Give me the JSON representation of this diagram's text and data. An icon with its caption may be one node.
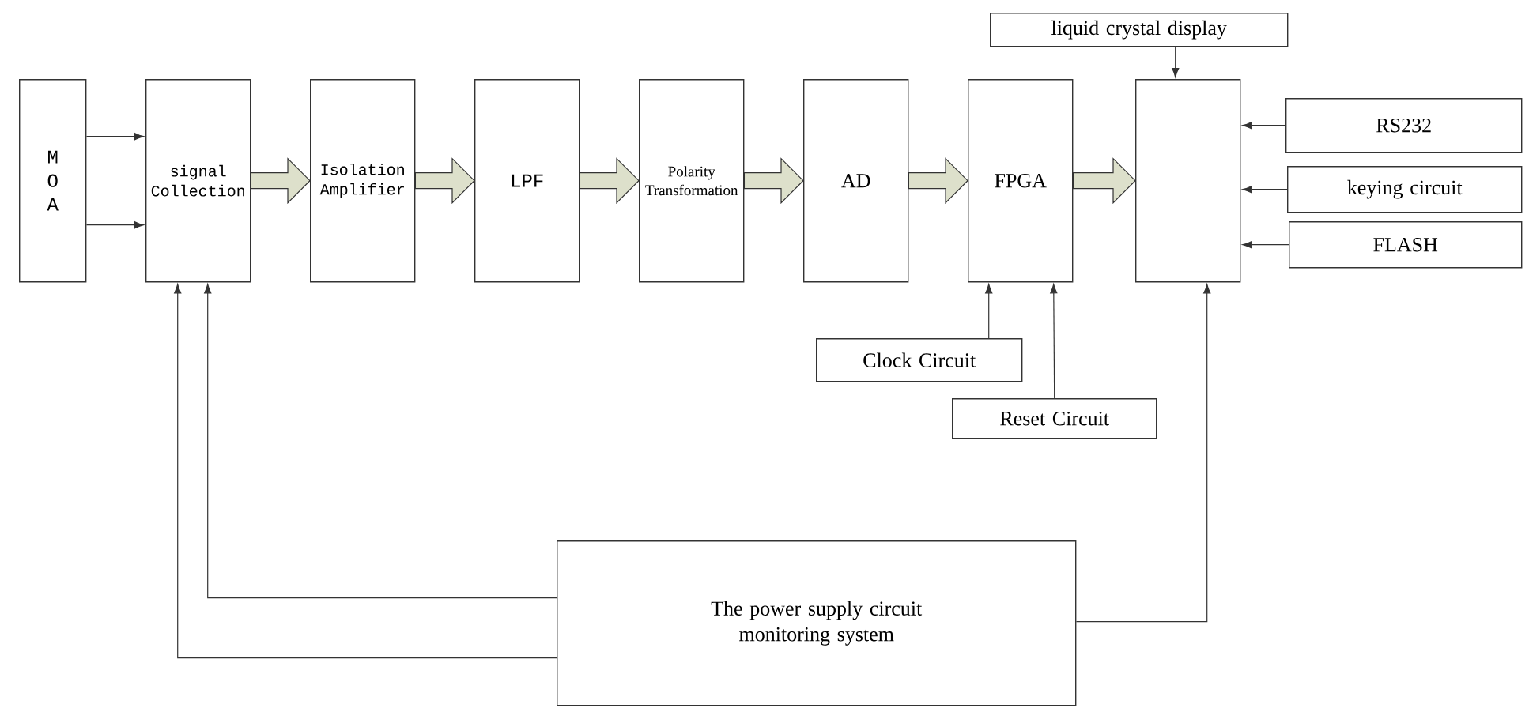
{
  "diagram": {
    "nodes": [
      {
        "text": [
          "M O A"
        ]
      },
      {
        "text": [
          "signal Collection"
        ]
      },
      {
        "text": [
          "Isolation Amplifier"
        ]
      },
      {
        "text": [
          "LPF"
        ]
      },
      {
        "text": [
          "Polarity Transformation"
        ]
      },
      {
        "text": [
          "AD"
        ]
      },
      {
        "text": [
          "FPGA"
        ]
      },
      {
        "text": [],
        "shape": "box"
      },
      {
        "text": [
          "liquid crystal display"
        ]
      },
      {
        "text": [
          "RS232"
        ]
      },
      {
        "text": [
          "keying circuit"
        ]
      },
      {
        "text": [
          "FLASH"
        ]
      },
      {
        "text": [
          "Clock Circuit"
        ]
      },
      {
        "text": [
          "Reset Circuit"
        ]
      },
      {
        "text": [
          "The power supply circuit monitoring system"
        ]
      }
    ],
    "edges": [
      {
        "from": 0,
        "to": 1,
        "arrow": "to"
      },
      {
        "from": 0,
        "to": 1,
        "arrow": "to"
      },
      {
        "from": 1,
        "to": 2,
        "arrow": "to",
        "style": "thick",
        "color": "#dde0cb"
      },
      {
        "from": 2,
        "to": 3,
        "arrow": "to",
        "style": "thick",
        "color": "#dde0cb"
      },
      {
        "from": 3,
        "to": 4,
        "arrow": "to",
        "style": "thick",
        "color": "#dde0cb"
      },
      {
        "from": 4,
        "to": 5,
        "arrow": "to",
        "style": "thick",
        "color": "#dde0cb"
      },
      {
        "from": 5,
        "to": 6,
        "arrow": "to",
        "style": "thick",
        "color": "#dde0cb"
      },
      {
        "from": 6,
        "to": 7,
        "arrow": "to",
        "style": "thick",
        "color": "#dde0cb"
      },
      {
        "from": 8,
        "to": 7,
        "arrow": "to"
      },
      {
        "from": 9,
        "to": 7,
        "arrow": "to"
      },
      {
        "from": 10,
        "to": 7,
        "arrow": "to"
      },
      {
        "from": 11,
        "to": 7,
        "arrow": "to"
      },
      {
        "from": 12,
        "to": 6,
        "arrow": "to"
      },
      {
        "from": 13,
        "to": 6,
        "arrow": "to"
      },
      {
        "from": 14,
        "to": 1,
        "arrow": "to"
      },
      {
        "from": 14,
        "to": 1,
        "arrow": "to"
      },
      {
        "from": 14,
        "to": 7,
        "arrow": "to"
      }
    ]
  }
}
